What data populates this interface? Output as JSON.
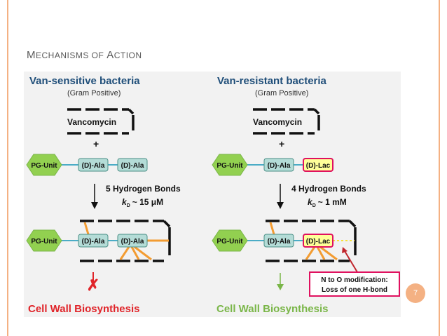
{
  "slide": {
    "title_caps_1": "M",
    "title_rest_1": "ECHANISMS OF ",
    "title_caps_2": "A",
    "title_rest_2": "CTION",
    "page_number": "7"
  },
  "left_panel": {
    "heading": "Van-sensitive bacteria",
    "subheading": "(Gram Positive)",
    "drug_label": "Vancomycin",
    "plus": "+",
    "pg_unit": "PG-Unit",
    "residue_1": "(D)-Ala",
    "residue_2": "(D)-Ala",
    "bonds_text": "5 Hydrogen Bonds",
    "kd_symbol": "k",
    "kd_sub": "D",
    "kd_value": "~ 15 μM",
    "complex_pg_unit": "PG-Unit",
    "complex_residue_1": "(D)-Ala",
    "complex_residue_2": "(D)-Ala",
    "outcome_mark": "✗",
    "outcome_label": "Cell Wall Biosynthesis"
  },
  "right_panel": {
    "heading": "Van-resistant bacteria",
    "subheading": "(Gram Positive)",
    "drug_label": "Vancomycin",
    "plus": "+",
    "pg_unit": "PG-Unit",
    "residue_1": "(D)-Ala",
    "residue_2": "(D)-Lac",
    "bonds_text": "4 Hydrogen Bonds",
    "kd_symbol": "k",
    "kd_sub": "D",
    "kd_value": "~ 1 mM",
    "complex_pg_unit": "PG-Unit",
    "complex_residue_1": "(D)-Ala",
    "complex_residue_2": "(D)-Lac",
    "callout_line_1": "N to O modification:",
    "callout_line_2": "Loss of one H-bond",
    "outcome_label": "Cell Wall Biosynthesis"
  },
  "colors": {
    "pg_unit_fill": "#92d050",
    "ala_fill": "#b4dcd7",
    "lac_fill": "#ffff99",
    "lac_border": "#e0115f",
    "connector": "#4bacc6",
    "hbond": "#f39c32",
    "red": "#e0252a",
    "green": "#7ab648",
    "frame": "#f4b183"
  }
}
